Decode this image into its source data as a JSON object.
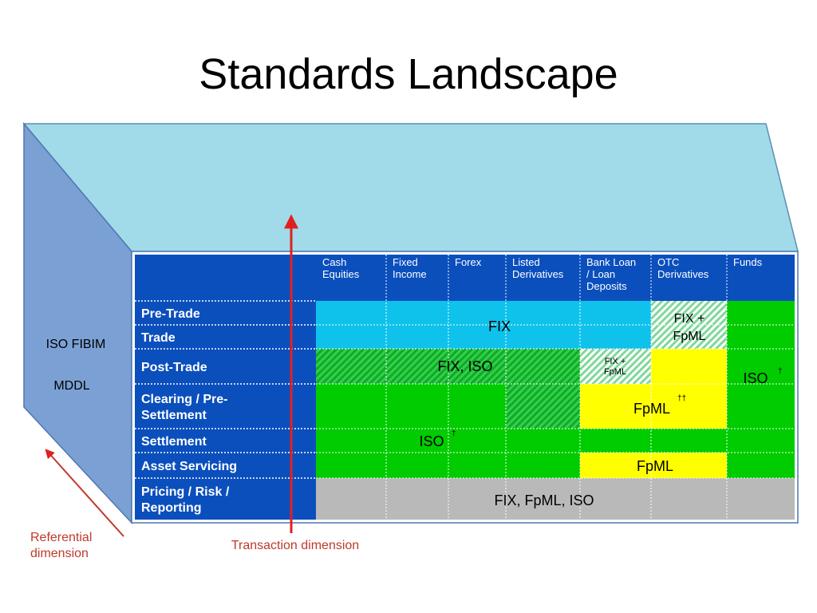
{
  "title": "Standards Landscape",
  "columns": [
    "Cash|Equities",
    "Fixed|Income",
    "Forex",
    "Listed|Derivatives",
    "Bank Loan|/ Loan|Deposits",
    "OTC|Derivatives",
    "Funds"
  ],
  "rows": [
    "Pre-Trade",
    "Trade",
    "Post-Trade",
    "Clearing / Pre-|Settlement",
    "Settlement",
    "Asset Servicing",
    "Pricing / Risk /|Reporting"
  ],
  "cells": {
    "fix": "FIX",
    "fix_fpml_otc": "FIX +|FpML",
    "fix_iso": "FIX, ISO",
    "fix_fpml_bank": "FIX +|FpML",
    "iso_funds": "ISO",
    "iso_funds_mark": "†",
    "fpml_clearing": "FpML",
    "fpml_clearing_mark": "††",
    "iso_settlement": "ISO",
    "iso_settlement_mark": "†",
    "fpml_asset": "FpML",
    "fix_fpml_iso": "FIX, FpML, ISO"
  },
  "side_labels": [
    "ISO FIBIM",
    "MDDL"
  ],
  "arrows": {
    "referential": "Referential|dimension",
    "transaction": "Transaction dimension"
  },
  "colors": {
    "top_face": "#a1dbe9",
    "side_face": "#7ba0d4",
    "header_blue": "#0b4fbd",
    "cyan": "#0fc2ec",
    "green": "#00cc00",
    "yellow": "#ffff00",
    "gray": "#b9b9b9",
    "arrow_red": "#e02020"
  }
}
